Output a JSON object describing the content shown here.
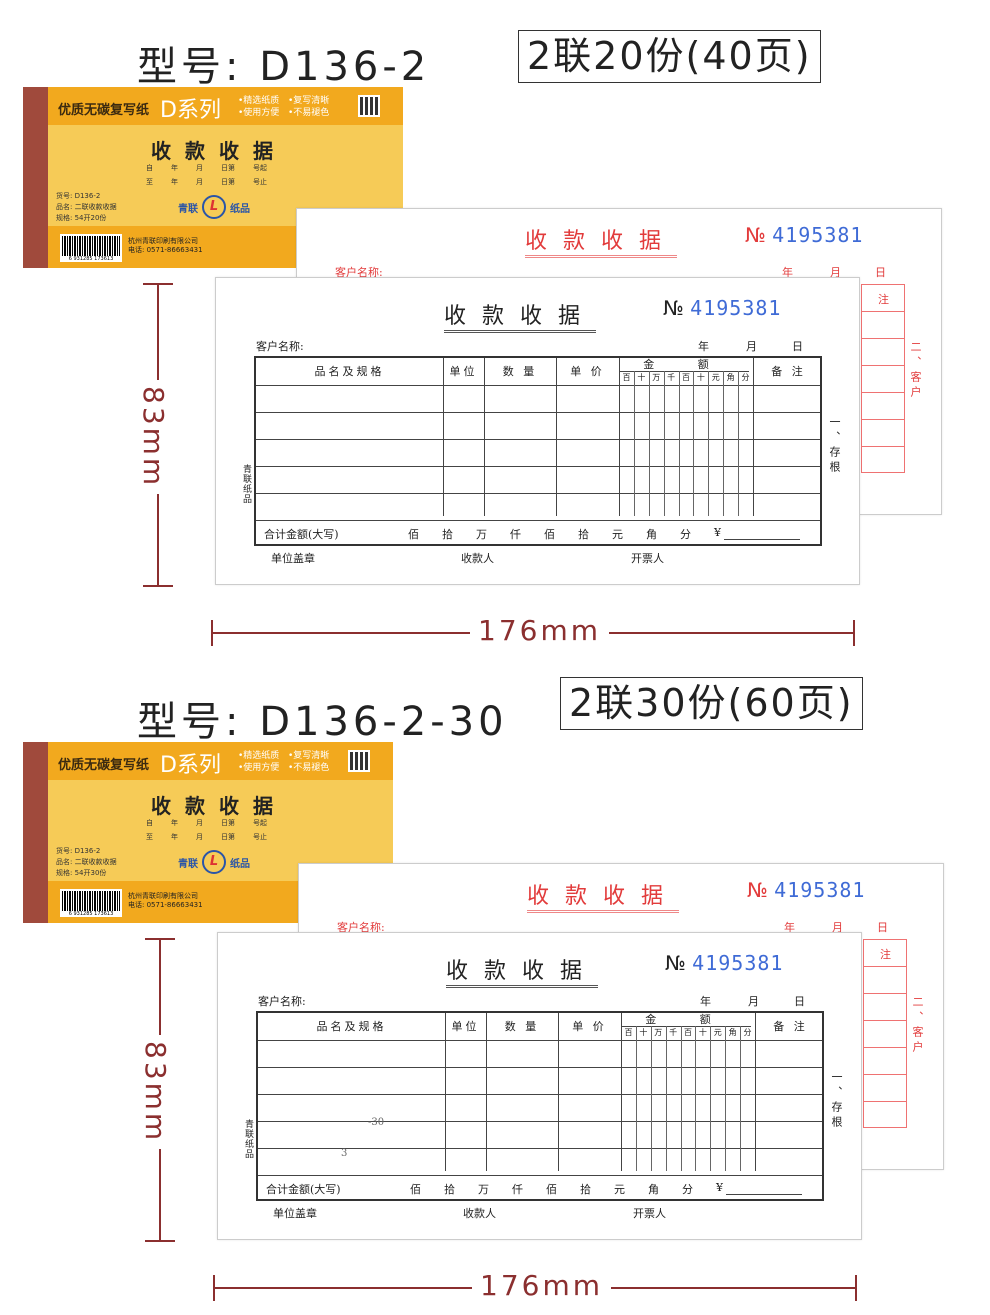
{
  "sections": [
    {
      "model_label": "型号:",
      "model": "D136-2",
      "spec": "2联20份(40页)",
      "height_dim": "83mm",
      "width_dim": "176mm",
      "cover": {
        "brand": "优质无碳复写纸",
        "series": "D系列",
        "features": [
          "•精选纸质",
          "•复写清晰",
          "•使用方便",
          "•不易褪色"
        ],
        "title": "收款收据",
        "from_row": [
          "自",
          "年",
          "月",
          "日第",
          "号起"
        ],
        "to_row": [
          "至",
          "年",
          "月",
          "日第",
          "号止"
        ],
        "info": [
          "货号: D136-2",
          "品名: 二联收款收据",
          "规格: 54开20份"
        ],
        "logo_left": "青联",
        "logo_mark": "L",
        "logo_right": "纸品",
        "company": "杭州青联印刷有限公司",
        "phone": "电话: 0571-86663431",
        "barcode": "6 931285 173613"
      },
      "form": {
        "title": "收款收据",
        "no_label": "№",
        "number": "4195381",
        "customer_label": "客户名称:",
        "date": [
          "年",
          "月",
          "日"
        ],
        "headers": [
          "品名及规格",
          "单位",
          "数 量",
          "单 价",
          "金 额",
          "备 注"
        ],
        "amount_units": [
          "百",
          "十",
          "万",
          "千",
          "百",
          "十",
          "元",
          "角",
          "分"
        ],
        "total_label": "合计金额(大写)",
        "total_units": [
          "佰",
          "拾",
          "万",
          "仟",
          "佰",
          "拾",
          "元",
          "角",
          "分",
          "¥"
        ],
        "footer": [
          "单位盖章",
          "收款人",
          "开票人"
        ],
        "stub_label": "一、存根",
        "side_brand": "青联纸品",
        "stray": []
      },
      "copy": {
        "title": "收款收据",
        "no_label": "№",
        "number": "4195381",
        "customer_label": "客户名称:",
        "date": [
          "年",
          "月",
          "日"
        ],
        "note": "注",
        "copy_label": "二、客户"
      }
    },
    {
      "model_label": "型号:",
      "model": "D136-2-30",
      "spec": "2联30份(60页)",
      "height_dim": "83mm",
      "width_dim": "176mm",
      "cover": {
        "brand": "优质无碳复写纸",
        "series": "D系列",
        "features": [
          "•精选纸质",
          "•复写清晰",
          "•使用方便",
          "•不易褪色"
        ],
        "title": "收款收据",
        "from_row": [
          "自",
          "年",
          "月",
          "日第",
          "号起"
        ],
        "to_row": [
          "至",
          "年",
          "月",
          "日第",
          "号止"
        ],
        "info": [
          "货号: D136-2",
          "品名: 二联收款收据",
          "规格: 54开30份"
        ],
        "logo_left": "青联",
        "logo_mark": "L",
        "logo_right": "纸品",
        "company": "杭州青联印刷有限公司",
        "phone": "电话: 0571-86663431",
        "barcode": "6 931285 173613"
      },
      "form": {
        "title": "收款收据",
        "no_label": "№",
        "number": "4195381",
        "customer_label": "客户名称:",
        "date": [
          "年",
          "月",
          "日"
        ],
        "headers": [
          "品名及规格",
          "单位",
          "数 量",
          "单 价",
          "金 额",
          "备 注"
        ],
        "amount_units": [
          "百",
          "十",
          "万",
          "千",
          "百",
          "十",
          "元",
          "角",
          "分"
        ],
        "total_label": "合计金额(大写)",
        "total_units": [
          "佰",
          "拾",
          "万",
          "仟",
          "佰",
          "拾",
          "元",
          "角",
          "分",
          "¥"
        ],
        "footer": [
          "单位盖章",
          "收款人",
          "开票人"
        ],
        "stub_label": "一、存根",
        "side_brand": "青联纸品",
        "stray": [
          "-30",
          "3"
        ]
      },
      "copy": {
        "title": "收款收据",
        "no_label": "№",
        "number": "4195381",
        "customer_label": "客户名称:",
        "date": [
          "年",
          "月",
          "日"
        ],
        "note": "注",
        "copy_label": "二、客户"
      }
    }
  ],
  "colors": {
    "cover_yellow": "#f6cb57",
    "cover_orange": "#f2a91e",
    "spine": "#a04a3c",
    "number_blue": "#3f6bd6",
    "copy_red": "#e23b3b",
    "dimension": "#8b2f2f"
  }
}
